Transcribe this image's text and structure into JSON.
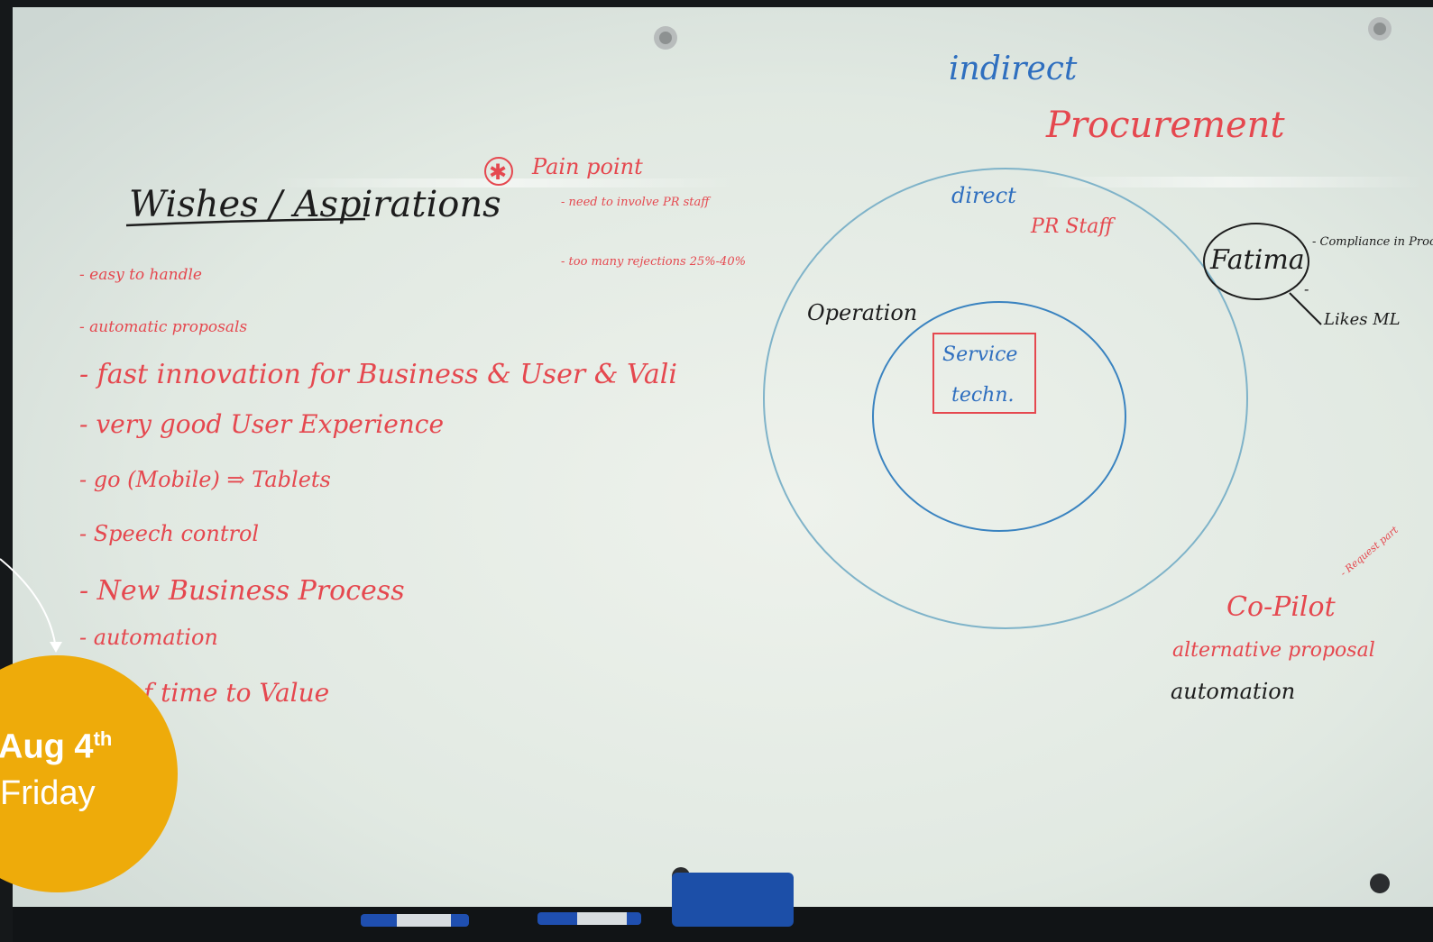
{
  "whiteboard": {
    "title": "Wishes / Aspirations",
    "wishes": [
      "- easy to handle",
      "- automatic proposals",
      "- fast innovation for Business & User & Vali",
      "- very good User Experience",
      "- go (Mobile) ⇒ Tablets",
      "- Speech control",
      "- New Business Process",
      "- automation",
      "- ... of time to Value"
    ],
    "pain_point": {
      "heading": "Pain point",
      "items": [
        "- need to involve PR staff",
        "- too many rejections 25%-40%"
      ]
    },
    "diagram": {
      "indirect": "indirect",
      "procurement": "Procurement",
      "direct": "direct",
      "pr_staff": "PR Staff",
      "operation": "Operation",
      "service_line1": "Service",
      "service_line2": "techn.",
      "person": "Fatima",
      "compliance": "- Compliance in Procurement",
      "dash": "-",
      "likes": "Likes ML",
      "copilot": "Co-Pilot",
      "request": "- Request part",
      "alternative": "alternative proposal",
      "automation": "automation"
    }
  },
  "badge": {
    "day": "Aug 4",
    "suffix": "th",
    "weekday": "Friday"
  },
  "colors": {
    "board": "#e4ebe4",
    "red_marker": "#e5484f",
    "blue_marker": "#2f6fbf",
    "badge": "#eeab0a"
  }
}
